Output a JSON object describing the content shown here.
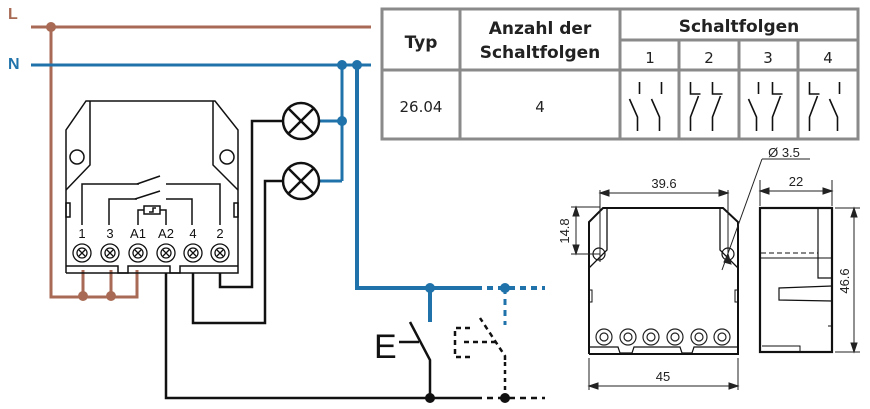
{
  "lines": {
    "live_label": "L",
    "neutral_label": "N",
    "live_color": "#a86a54",
    "neutral_color": "#1f73aa",
    "wire_color": "#111111"
  },
  "relay": {
    "terminals": [
      "1",
      "3",
      "A1",
      "A2",
      "4",
      "2"
    ]
  },
  "pushbutton": {
    "label": "E"
  },
  "table": {
    "headers": {
      "typ": "Typ",
      "anzahl_line1": "Anzahl der",
      "anzahl_line2": "Schaltfolgen",
      "schaltfolgen": "Schaltfolgen"
    },
    "sequence_numbers": [
      "1",
      "2",
      "3",
      "4"
    ],
    "row": {
      "typ": "26.04",
      "anzahl": "4"
    },
    "sequences": [
      [
        "open",
        "open"
      ],
      [
        "closed",
        "closed"
      ],
      [
        "open",
        "closed"
      ],
      [
        "closed",
        "open"
      ]
    ]
  },
  "dimensions": {
    "width_holes": "39.6",
    "hole_offset": "14.8",
    "hole_diameter": "Ø 3.5",
    "depth": "22",
    "width": "45",
    "height": "46.6"
  }
}
